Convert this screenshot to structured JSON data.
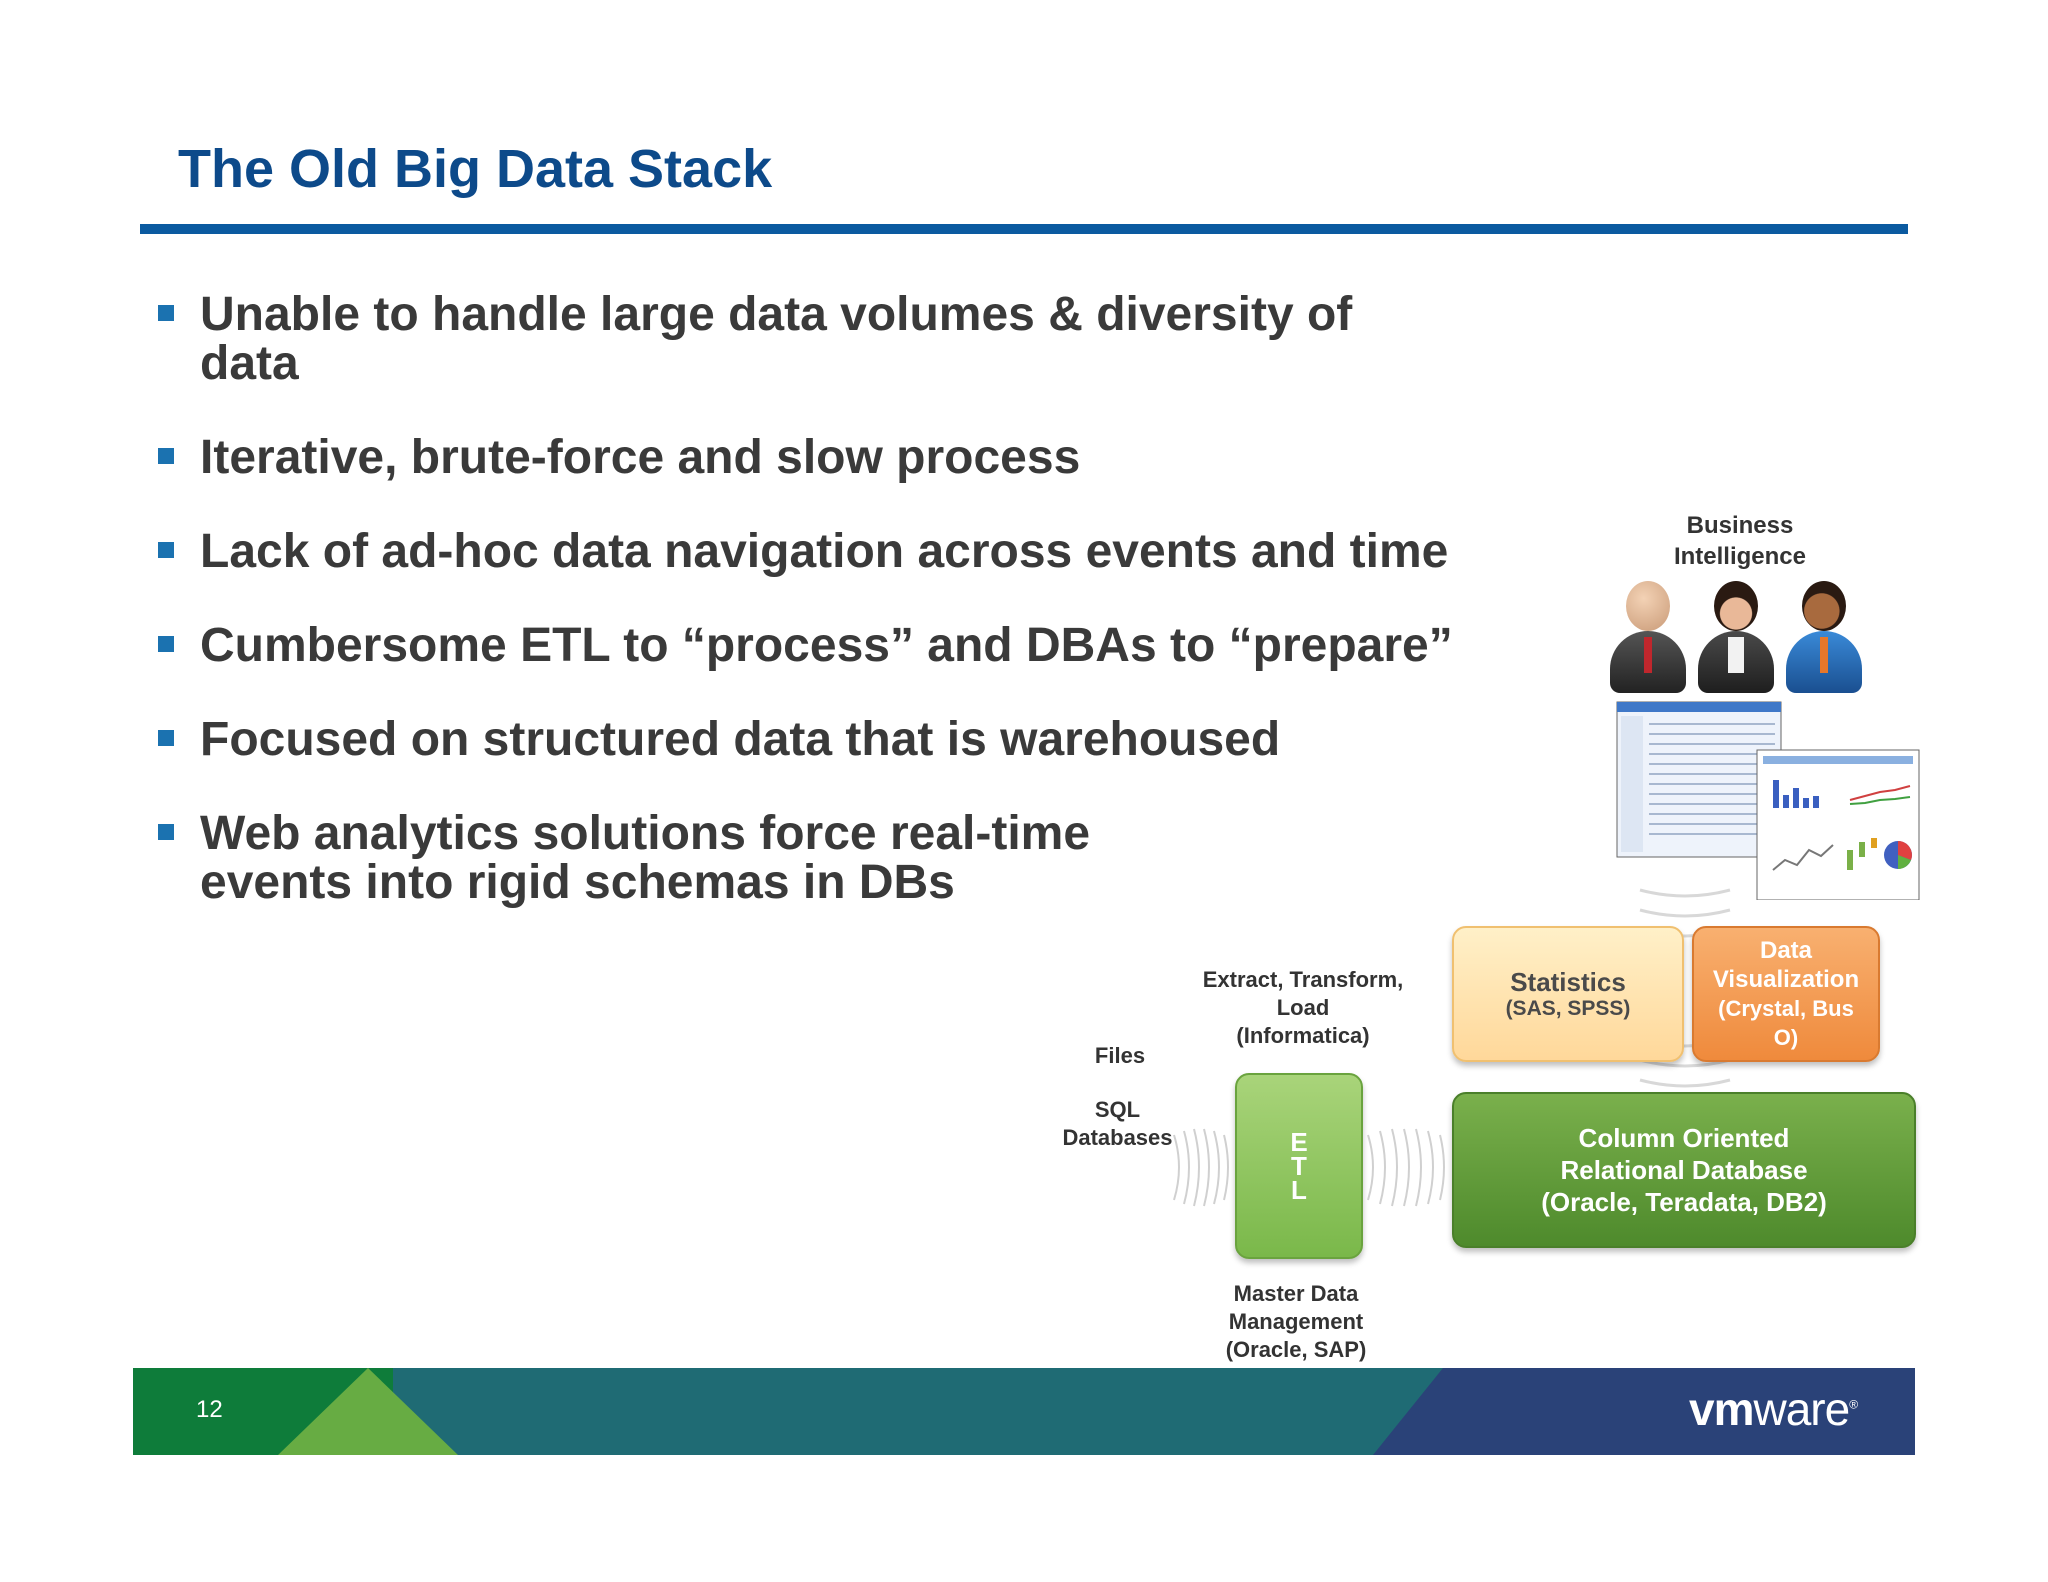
{
  "slide": {
    "title": "The Old Big Data Stack",
    "page_number": "12",
    "logo": {
      "vm": "vm",
      "ware": "ware",
      "mark": "®"
    }
  },
  "bullets": [
    "Unable to handle large data volumes & diversity of data",
    "Iterative, brute-force and slow process",
    "Lack of ad-hoc data navigation across events and time",
    "Cumbersome ETL to “process” and DBAs to “prepare”",
    "Focused on structured data that is warehoused",
    "Web analytics solutions force real-time events into rigid schemas in DBs"
  ],
  "diagram": {
    "business_intelligence": [
      "Business",
      "Intelligence"
    ],
    "statistics": {
      "title": "Statistics",
      "sub": "(SAS, SPSS)"
    },
    "data_visualization": [
      "Data",
      "Visualization",
      "(Crystal, Bus",
      "O)"
    ],
    "column_db": [
      "Column Oriented",
      "Relational Database",
      "(Oracle, Teradata, DB2)"
    ],
    "etl_header": [
      "Extract, Transform,",
      "Load",
      "(Informatica)"
    ],
    "etl_letters": [
      "E",
      "T",
      "L"
    ],
    "sources": {
      "files": "Files",
      "sql": [
        "SQL",
        "Databases"
      ]
    },
    "mdm": [
      "Master Data",
      "Management",
      "(Oracle, SAP)"
    ]
  },
  "colors": {
    "title": "#0d4a8a",
    "rule": "#0b5aa0",
    "bullet_square": "#1b72b0",
    "statistics_box": "#ffd89a",
    "visualization_box": "#ef8a3c",
    "column_db_box": "#5c9a36",
    "etl_box": "#8cc45a",
    "footer_teal": "#1f6b74",
    "footer_green": "#0e7c3a",
    "footer_navy": "#2a4278"
  }
}
